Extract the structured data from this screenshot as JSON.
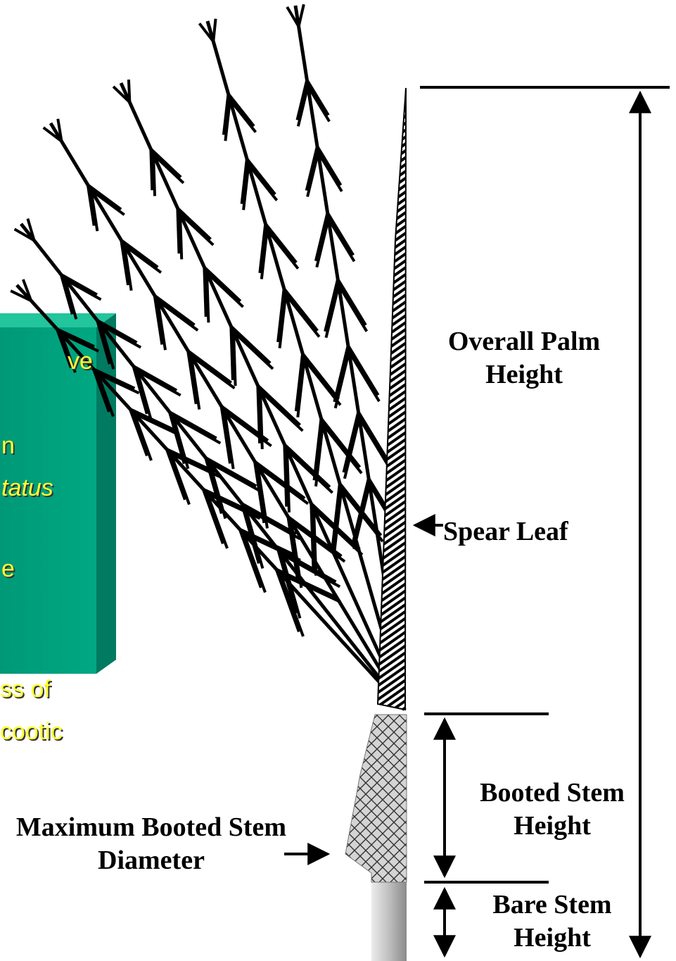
{
  "labels": {
    "overall_palm_height": "Overall Palm Height",
    "spear_leaf": "Spear Leaf",
    "booted_stem_height": "Booted Stem Height",
    "bare_stem_height": "Bare Stem Height",
    "maximum_booted_stem_diameter": "Maximum Booted Stem Diameter"
  },
  "note_fragments": [
    "ve",
    "n",
    "tatus",
    "e",
    "ss of",
    "cootic"
  ],
  "colors": {
    "note_box": "#00aa88",
    "note_text": "#ffff33",
    "lines": "#000000",
    "stem": "#c8c8c8"
  }
}
